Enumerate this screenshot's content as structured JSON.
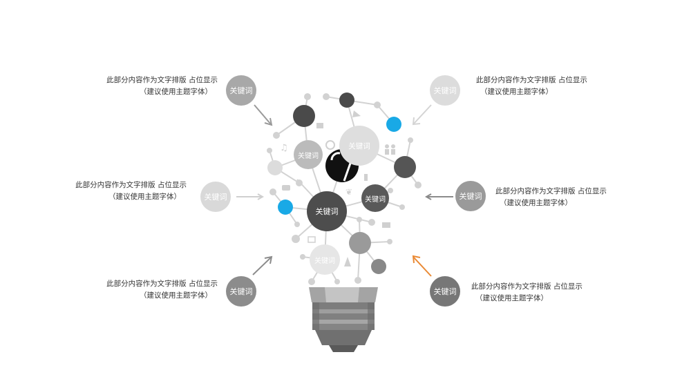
{
  "keyword": "关键词",
  "callouts": [
    {
      "id": "top-left",
      "line1": "此部分内容作为文字排版 占位显示",
      "line2": "（建议使用主题字体）",
      "circle_color": "#a8a8a8",
      "arrow_color": "#9a9a9a"
    },
    {
      "id": "mid-left",
      "line1": "此部分内容作为文字排版 占位显示",
      "line2": "（建议使用主题字体）",
      "circle_color": "#d9d9d9",
      "arrow_color": "#cfcfcf"
    },
    {
      "id": "bottom-left",
      "line1": "此部分内容作为文字排版 占位显示",
      "line2": "（建议使用主题字体）",
      "circle_color": "#8c8c8c",
      "arrow_color": "#8c8c8c"
    },
    {
      "id": "top-right",
      "line1": "此部分内容作为文字排版 占位显示",
      "line2": "（建议使用主题字体）",
      "circle_color": "#dcdcdc",
      "arrow_color": "#d4d4d4"
    },
    {
      "id": "mid-right",
      "line1": "此部分内容作为文字排版 占位显示",
      "line2": "（建议使用主题字体）",
      "circle_color": "#9a9a9a",
      "arrow_color": "#8a8a8a"
    },
    {
      "id": "bottom-right",
      "line1": "此部分内容作为文字排版 占位显示",
      "line2": "（建议使用主题字体）",
      "circle_color": "#777777",
      "arrow_color": "#ea8a35"
    }
  ],
  "bulb_keywords": [
    {
      "id": "bulb-kw-1",
      "color": "#bbbbbb"
    },
    {
      "id": "bulb-kw-2",
      "color": "#dedede"
    },
    {
      "id": "bulb-kw-3",
      "color": "#4d4d4d"
    },
    {
      "id": "bulb-kw-4",
      "color": "#595959"
    },
    {
      "id": "bulb-kw-5",
      "color": "#e6e6e6"
    }
  ],
  "accent_colors": {
    "blue": "#19a9e6",
    "dark": "#4a4a4a",
    "light": "#d6d6d6",
    "orange": "#ea8a35"
  }
}
